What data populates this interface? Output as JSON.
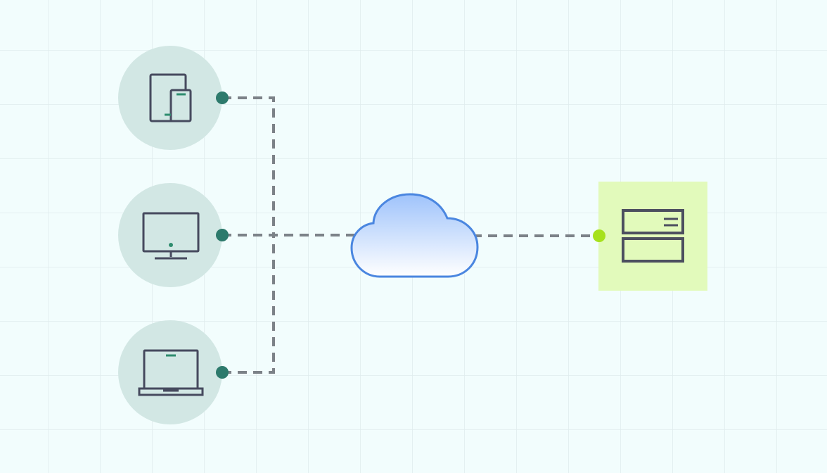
{
  "colors": {
    "background": "#f2fdfd",
    "grid": "#dfeced",
    "device_bubble": "#d2e7e4",
    "device_stroke": "#464a5e",
    "device_accent": "#2e8c6e",
    "port": "#2d7a6c",
    "connector": "#7c8288",
    "cloud_top": "#9fc3fb",
    "cloud_bottom": "#ffffff",
    "cloud_stroke": "#4a86e0",
    "server_tile": "#e2fabb",
    "server_port": "#a6e11c",
    "server_stroke": "#4c4f5f"
  },
  "diagram": {
    "nodes": [
      {
        "id": "mobile-devices",
        "icon": "tablet-phone-icon"
      },
      {
        "id": "desktop",
        "icon": "monitor-icon"
      },
      {
        "id": "laptop",
        "icon": "laptop-icon"
      },
      {
        "id": "cloud",
        "icon": "cloud-icon"
      },
      {
        "id": "server",
        "icon": "server-icon"
      }
    ],
    "edges": [
      {
        "from": "mobile-devices",
        "to": "cloud",
        "style": "dashed"
      },
      {
        "from": "desktop",
        "to": "cloud",
        "style": "dashed"
      },
      {
        "from": "laptop",
        "to": "cloud",
        "style": "dashed"
      },
      {
        "from": "cloud",
        "to": "server",
        "style": "dashed"
      }
    ]
  }
}
